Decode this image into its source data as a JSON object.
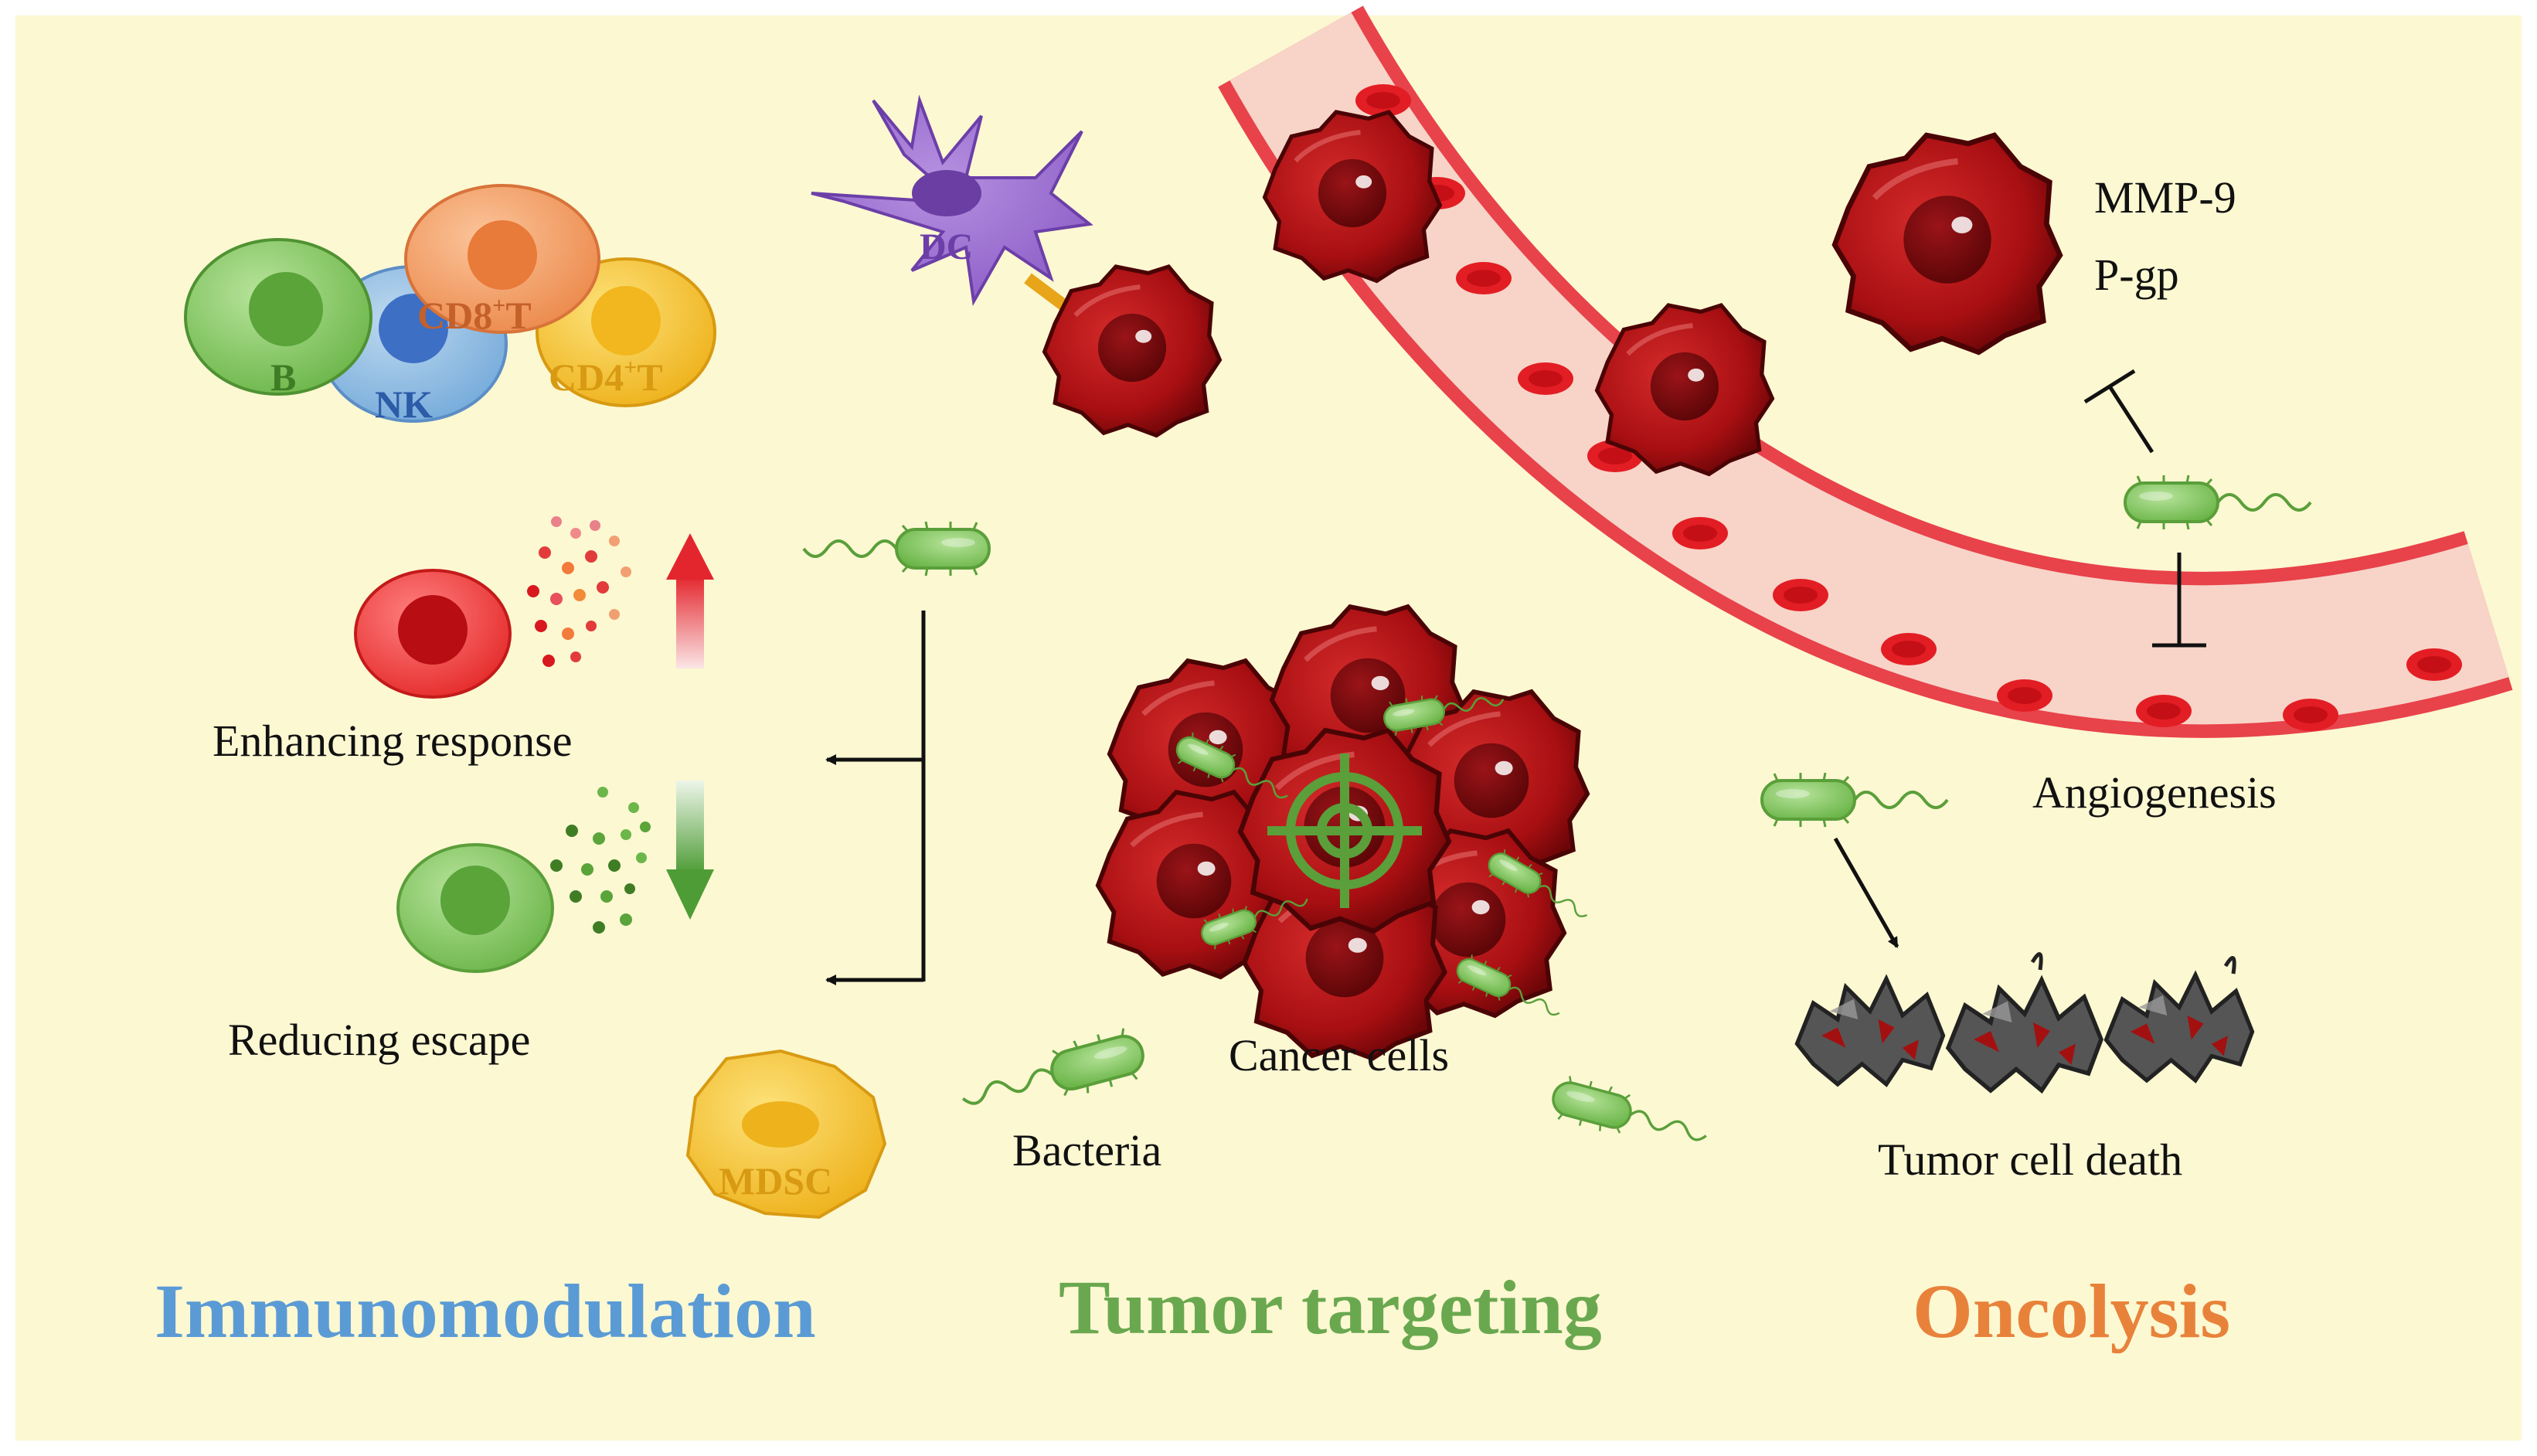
{
  "colors": {
    "background": "#fcf8d2",
    "immunomodulation": "#5b9bd5",
    "tumor_targeting": "#6aa84f",
    "oncolysis": "#e8823a",
    "cancer_cell": "#b01515",
    "bacteria": "#8fce6e",
    "vessel_wall": "#e8424a",
    "vessel_lumen": "#f8d4c8"
  },
  "immune_cells": {
    "b": "B",
    "nk": "NK",
    "cd8": "CD8",
    "cd8_sup": "+",
    "cd8_suffix": "T",
    "cd4": "CD4",
    "cd4_sup": "+",
    "cd4_suffix": "T",
    "dc": "DC",
    "mdsc": "MDSC"
  },
  "labels": {
    "enhancing_response": "Enhancing response",
    "reducing_escape": "Reducing escape",
    "cancer_cells": "Cancer cells",
    "bacteria": "Bacteria",
    "mmp9": "MMP-9",
    "pgp": "P-gp",
    "angiogenesis": "Angiogenesis",
    "tumor_cell_death": "Tumor cell death"
  },
  "sections": {
    "immunomodulation": "Immunomodulation",
    "tumor_targeting": "Tumor targeting",
    "oncolysis": "Oncolysis"
  },
  "icons": [
    "target-icon",
    "up-arrow-icon",
    "down-arrow-icon",
    "inhibition-icon"
  ]
}
